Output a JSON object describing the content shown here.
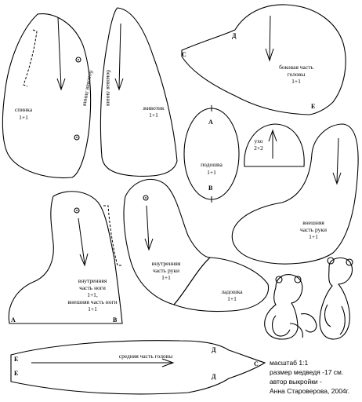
{
  "pieces": {
    "back": {
      "name": "спинка",
      "count": "1+1"
    },
    "side_line": {
      "name": "боковая линия"
    },
    "belly": {
      "name": "животик",
      "count": "1+1"
    },
    "belly_side_line": {
      "name": "боковая линия"
    },
    "head_side": {
      "line1": "боковая часть",
      "line2": "головы",
      "count": "1+1"
    },
    "sole": {
      "name": "подошва",
      "count": "1+1"
    },
    "ear": {
      "name": "ухо",
      "count": "2+2"
    },
    "outer_arm": {
      "line1": "внешняя",
      "line2": "часть руки",
      "count": "1+1"
    },
    "inner_leg": {
      "line1": "внутренняя",
      "line2": "часть ноги",
      "count1": "1+1,",
      "line3": "внешняя часть ноги",
      "count2": "1+1"
    },
    "inner_arm": {
      "line1": "внутренняя",
      "line2": "часть руки",
      "count": "1+1"
    },
    "palm": {
      "name": "ладошка",
      "count": "1+1"
    },
    "head_middle": {
      "name": "средняя часть головы"
    }
  },
  "points": {
    "A": "А",
    "B": "В",
    "C": "С",
    "D": "Д",
    "E": "Е"
  },
  "info": {
    "line1": "масштаб 1:1",
    "line2": "размер медведя -17 см.",
    "line3": "автор выкройки -",
    "line4": "Анна Староверова, 2004г."
  }
}
